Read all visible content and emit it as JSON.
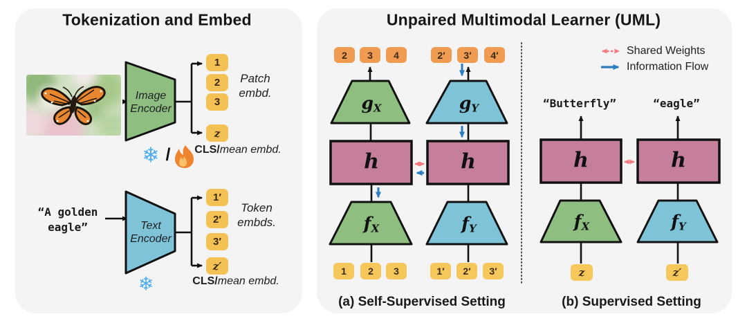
{
  "colors": {
    "panel_bg": "#f4f4f5",
    "encoder_green": "#8ebe80",
    "encoder_blue": "#7ec3d8",
    "shared_block_pink": "#c67e9d",
    "token_orange": "#ef9c52",
    "token_yellow": "#f6c85c",
    "shared_weights_arrow": "#f5787f",
    "information_flow_arrow": "#2b7cc1",
    "snowflake_blue": "#4aaef0",
    "flame_orange": "#ef8330"
  },
  "left_panel": {
    "title": "Tokenization and Embed",
    "image_branch": {
      "encoder_line1": "Image",
      "encoder_line2": "Encoder",
      "tokens": [
        "1",
        "2",
        "3"
      ],
      "cls_token": "z",
      "side_label_line1": "Patch",
      "side_label_line2": "embd.",
      "cls_caption_prefix": "CLS/",
      "cls_caption_italic": "mean embd.",
      "frozen_icon_glyph": "❄",
      "mode_separator": "/"
    },
    "text_branch": {
      "input_line1": "“A golden",
      "input_line2": "eagle”",
      "encoder_line1": "Text",
      "encoder_line2": "Encoder",
      "tokens": [
        "1′",
        "2′",
        "3′"
      ],
      "cls_token": "z′",
      "side_label_line1": "Token",
      "side_label_line2": "embds.",
      "cls_caption_prefix": "CLS/",
      "cls_caption_italic": "mean embd.",
      "frozen_icon_glyph": "❄"
    }
  },
  "right_panel": {
    "title": {
      "b1": "U",
      "t1": "npaired ",
      "b2": "M",
      "t2": "ultimodal ",
      "b3": "L",
      "t3": "earner (UML)"
    },
    "legend": {
      "shared_weights": "Shared Weights",
      "information_flow": "Information Flow"
    },
    "panel_a": {
      "caption": "(a) Self-Supervised Setting",
      "top_tokens_x": [
        "2",
        "3",
        "4"
      ],
      "top_tokens_y": [
        "2′",
        "3′",
        "4′"
      ],
      "bottom_tokens_x": [
        "1",
        "2",
        "3"
      ],
      "bottom_tokens_y": [
        "1′",
        "2′",
        "3′"
      ],
      "decoder_x": {
        "base": "g",
        "sub": "X"
      },
      "decoder_y": {
        "base": "g",
        "sub": "Y"
      },
      "shared_head_left": "h",
      "shared_head_right": "h",
      "encoder_x": {
        "base": "f",
        "sub": "X"
      },
      "encoder_y": {
        "base": "f",
        "sub": "Y"
      }
    },
    "panel_b": {
      "caption": "(b) Supervised Setting",
      "output_x": "“Butterfly”",
      "output_y": "“eagle”",
      "shared_head_left": "h",
      "shared_head_right": "h",
      "encoder_x": {
        "base": "f",
        "sub": "X"
      },
      "encoder_y": {
        "base": "f",
        "sub": "Y"
      },
      "input_token_x": "z",
      "input_token_y": "z′"
    }
  }
}
